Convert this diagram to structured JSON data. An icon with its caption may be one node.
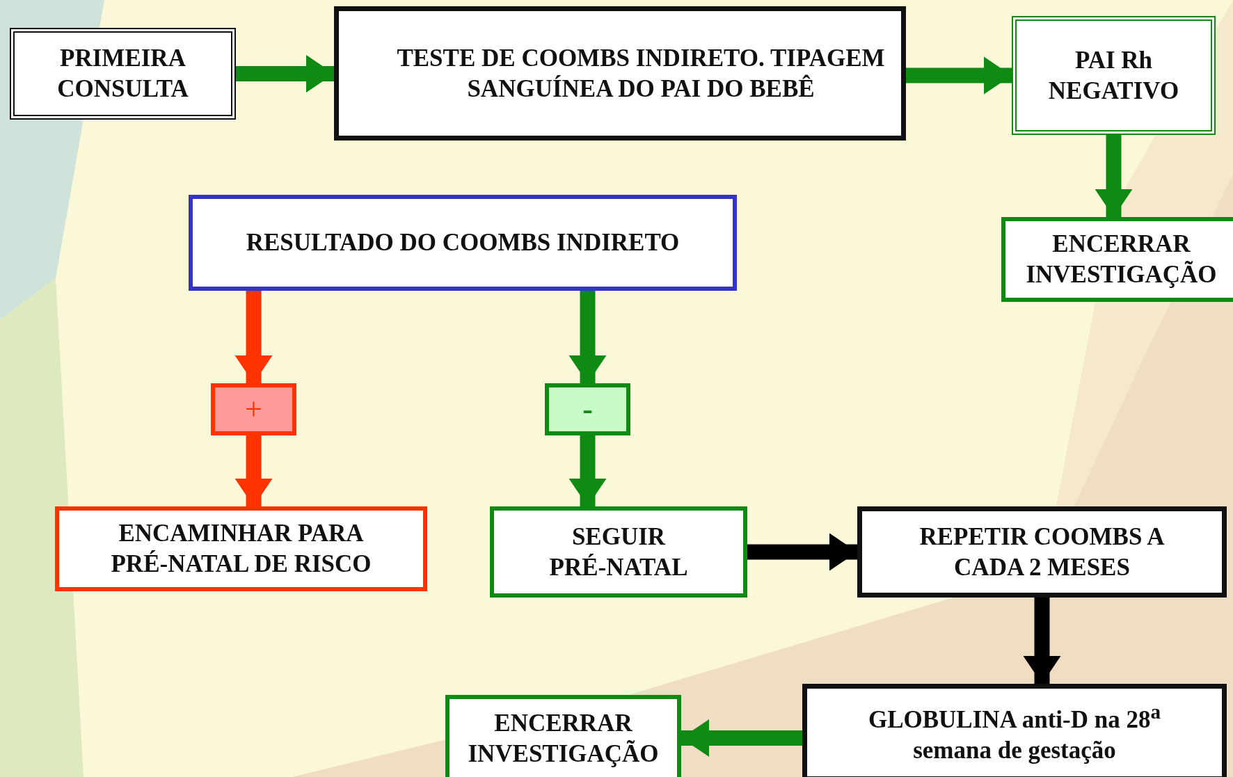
{
  "diagram": {
    "nodes": [
      {
        "text": [
          "PRIMEIRA CONSULTA"
        ]
      },
      {
        "text": [
          "TESTE DE COOMBS INDIRETO. TIPAGEM SANGUÍNEA DO PAI DO BEBÊ"
        ]
      },
      {
        "text": [
          "PAI Rh NEGATIVO"
        ]
      },
      {
        "text": [
          "ENCERRAR INVESTIGAÇÃO"
        ]
      },
      {
        "text": [
          "RESULTADO DO COOMBS INDIRETO"
        ]
      },
      {
        "text": [
          "+"
        ]
      },
      {
        "text": [
          "-"
        ]
      },
      {
        "text": [
          "ENCAMINHAR PARA PRÉ-NATAL DE RISCO"
        ]
      },
      {
        "text": [
          "SEGUIR PRÉ-NATAL"
        ]
      },
      {
        "text": [
          "REPETIR COOMBS A CADA 2 MESES"
        ]
      },
      {
        "text": [
          "GLOBULINA anti-D na 28$^{a}$ semana de gestação"
        ]
      },
      {
        "text": [
          "ENCERRAR INVESTIGAÇÃO"
        ]
      }
    ],
    "edges": [
      {
        "from": 0,
        "to": 1,
        "arrow": "to"
      },
      {
        "from": 1,
        "to": 2,
        "arrow": "to"
      },
      {
        "from": 2,
        "to": 3,
        "arrow": "to"
      },
      {
        "from": 4,
        "to": 5,
        "arrow": "to",
        "color": "#ff3300"
      },
      {
        "from": 5,
        "to": 7,
        "arrow": "to",
        "color": "#ff3300"
      },
      {
        "from": 4,
        "to": 6,
        "arrow": "to"
      },
      {
        "from": 6,
        "to": 8,
        "arrow": "to"
      },
      {
        "from": 8,
        "to": 9,
        "arrow": "to",
        "color": "#000000"
      },
      {
        "from": 9,
        "to": 10,
        "arrow": "to",
        "color": "#000000"
      },
      {
        "from": 10,
        "to": 11,
        "arrow": "to"
      }
    ]
  }
}
